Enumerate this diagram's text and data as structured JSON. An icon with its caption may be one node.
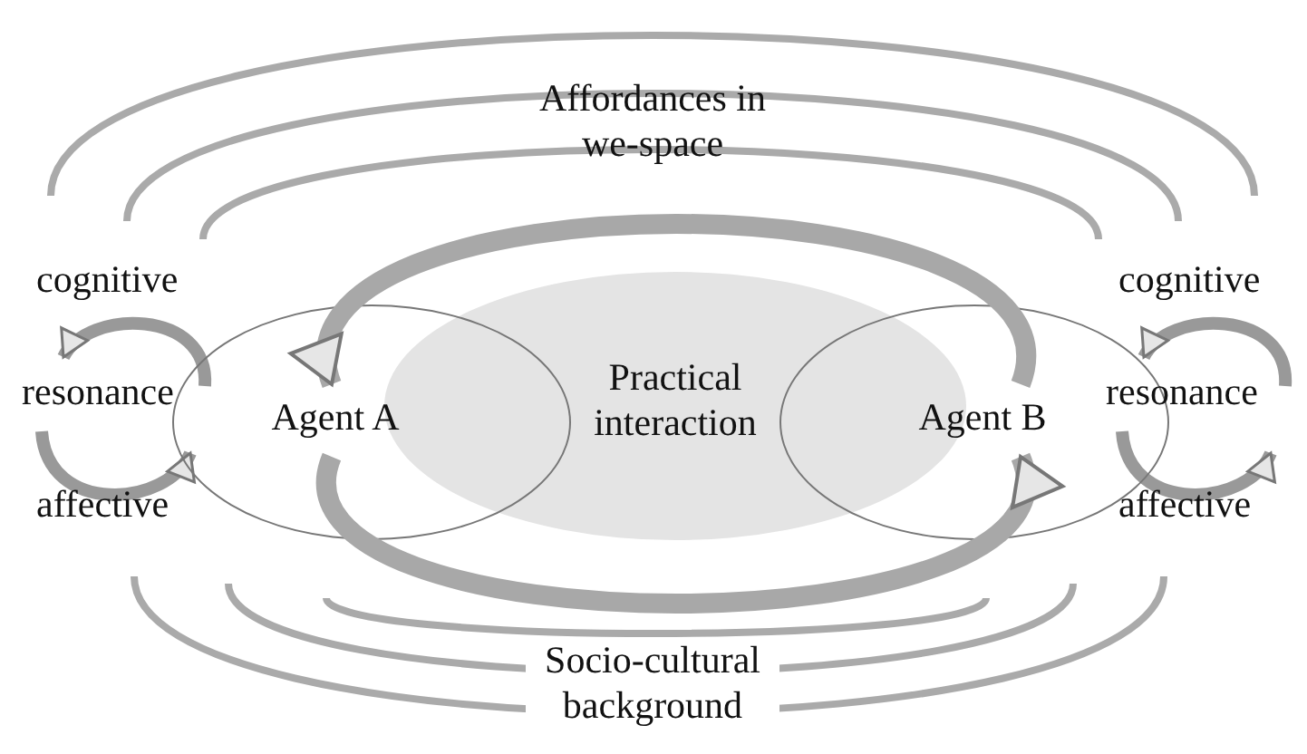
{
  "diagram": {
    "nodes": [
      {
        "text": [
          "Agent A"
        ]
      },
      {
        "text": [
          "Practical interaction"
        ]
      },
      {
        "text": [
          "Agent B"
        ]
      }
    ],
    "edges": [
      {
        "from": 2,
        "to": 0,
        "arrow": "to"
      },
      {
        "from": 0,
        "to": 2,
        "arrow": "to"
      }
    ],
    "labels": [
      "Affordances in we-space",
      "cognitive",
      "cognitive",
      "resonance",
      "resonance",
      "affective",
      "affective",
      "Socio-cultural background"
    ]
  }
}
